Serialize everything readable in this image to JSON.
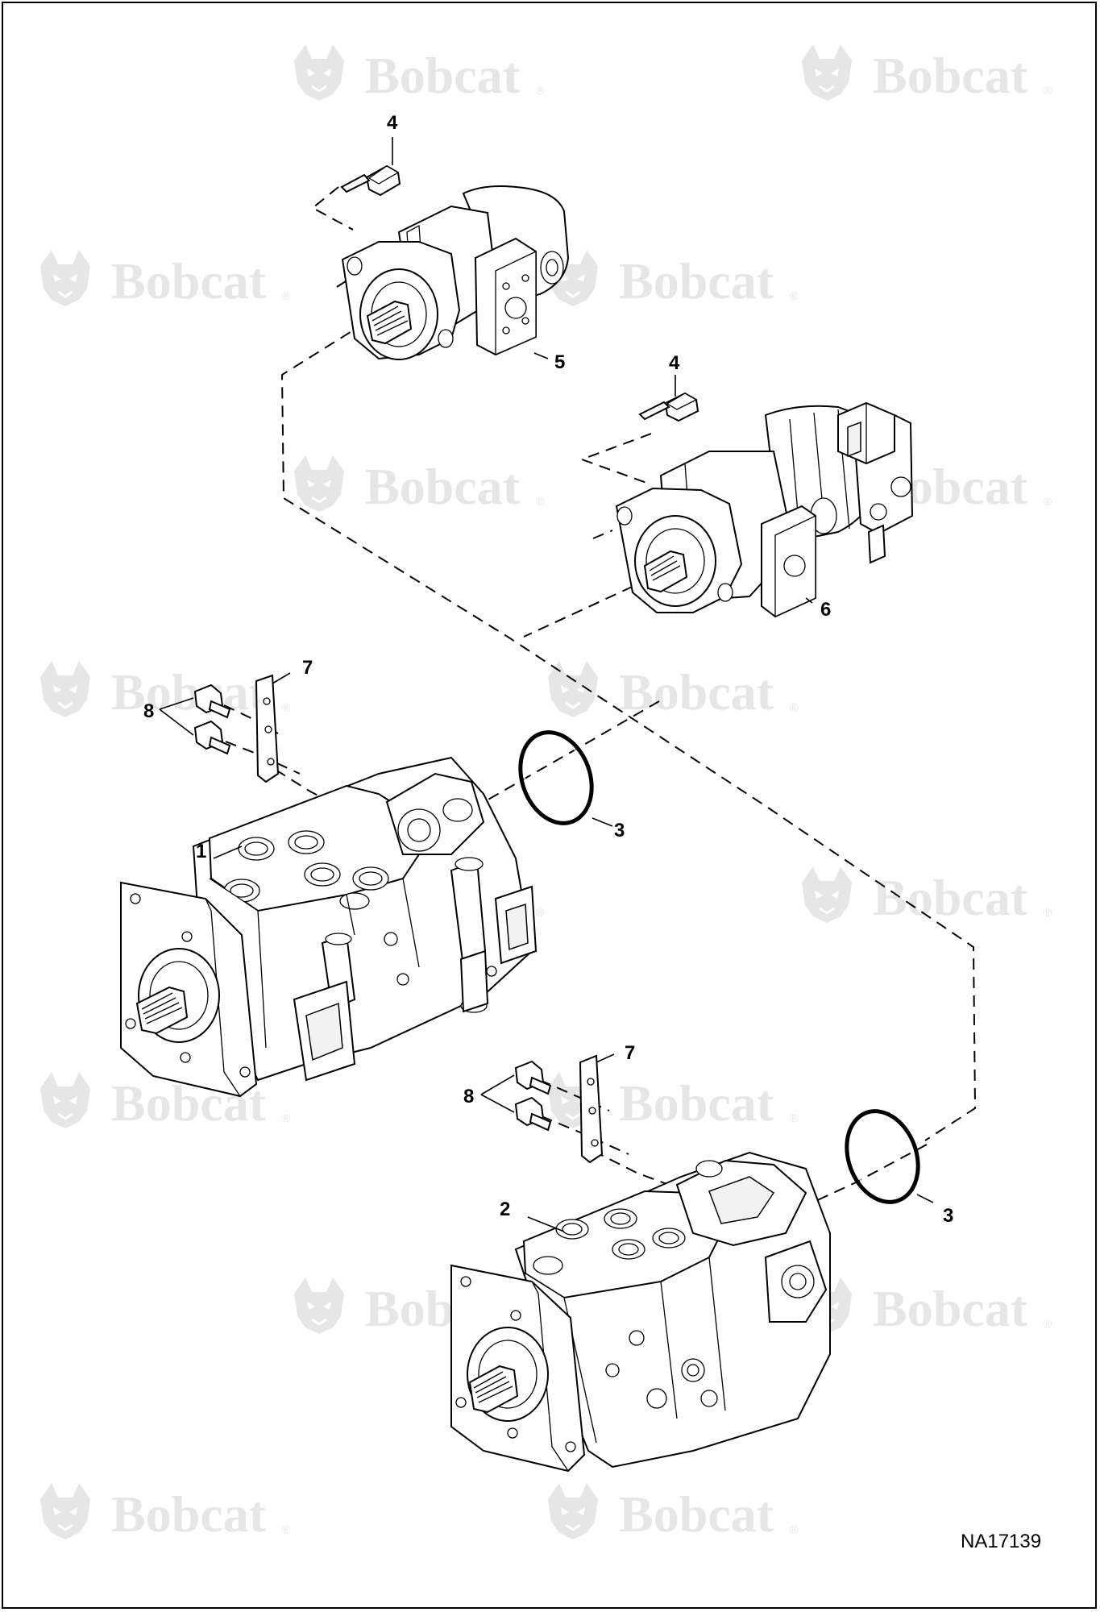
{
  "watermark": {
    "brand": "Bobcat",
    "registered": "®"
  },
  "callouts": [
    {
      "id": "c1",
      "label": "1"
    },
    {
      "id": "c2",
      "label": "2"
    },
    {
      "id": "c3a",
      "label": "3"
    },
    {
      "id": "c3b",
      "label": "3"
    },
    {
      "id": "c4a",
      "label": "4"
    },
    {
      "id": "c4b",
      "label": "4"
    },
    {
      "id": "c5",
      "label": "5"
    },
    {
      "id": "c6",
      "label": "6"
    },
    {
      "id": "c7a",
      "label": "7"
    },
    {
      "id": "c7b",
      "label": "7"
    },
    {
      "id": "c8a",
      "label": "8"
    },
    {
      "id": "c8b",
      "label": "8"
    }
  ],
  "drawing_number": "NA17139",
  "icons": [
    "bobcat-logo-icon"
  ]
}
